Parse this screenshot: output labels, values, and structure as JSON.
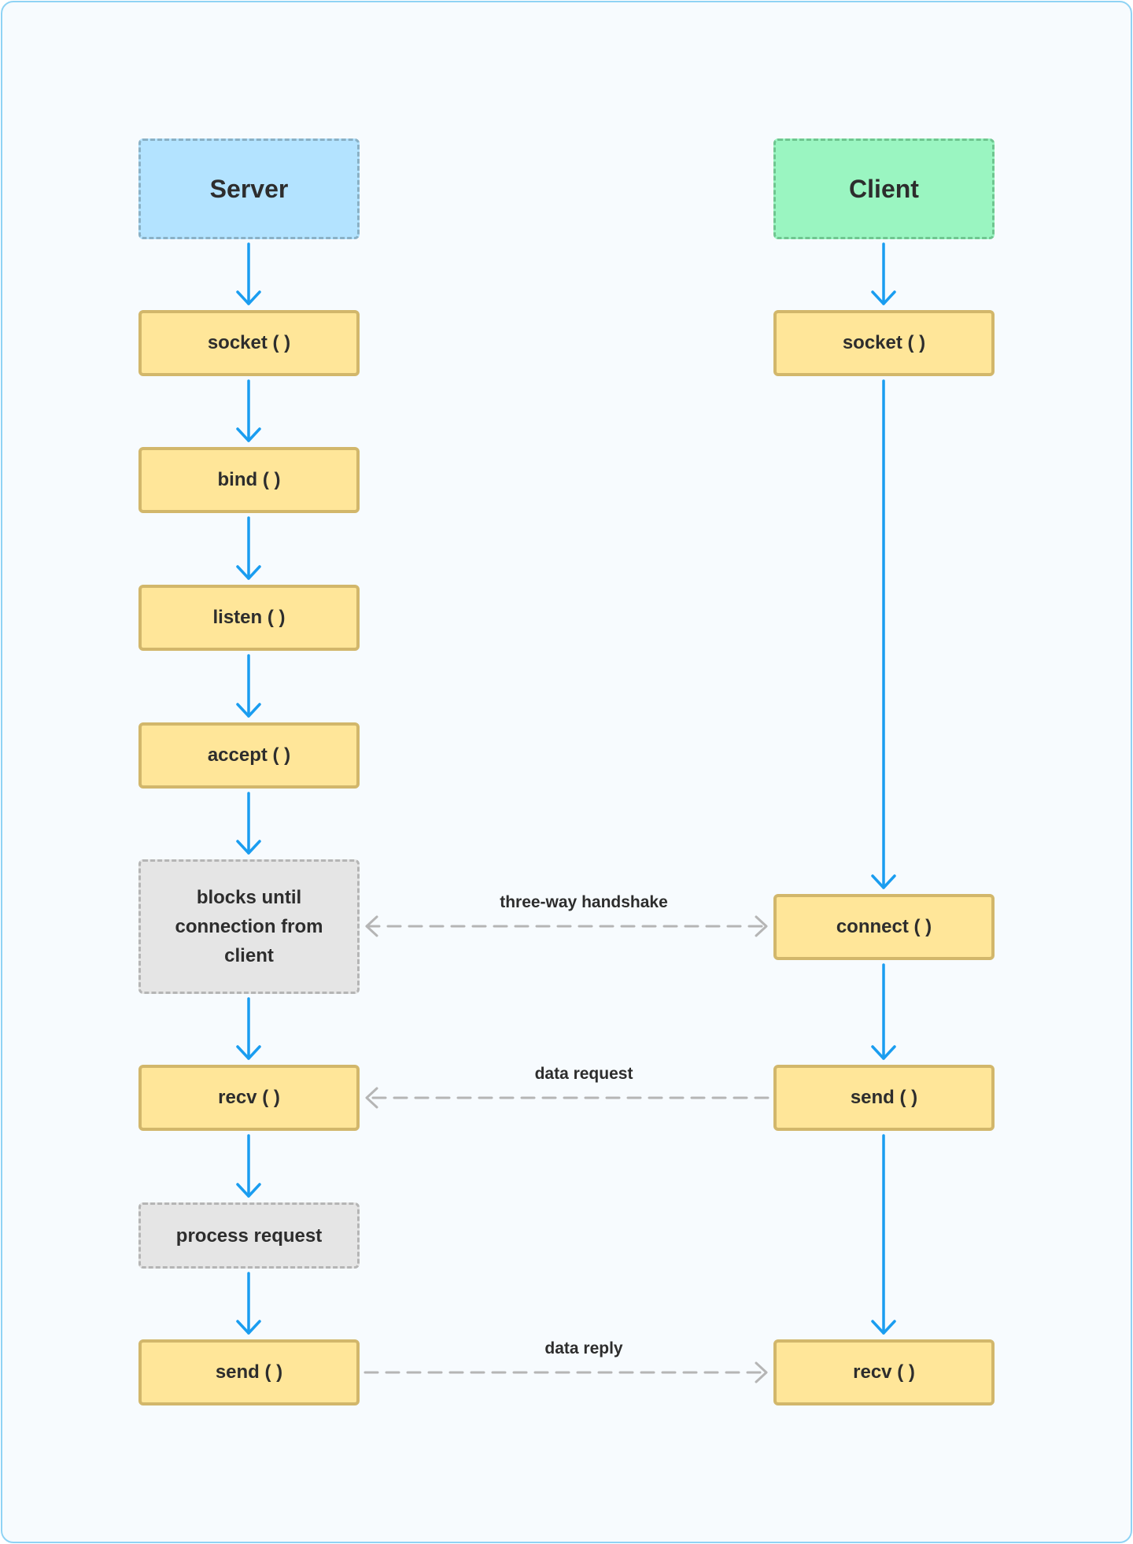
{
  "diagram": {
    "server": {
      "header": "Server",
      "steps": {
        "socket": "socket ( )",
        "bind": "bind ( )",
        "listen": "listen ( )",
        "accept": "accept ( )",
        "blocks": "blocks until connection from client",
        "recv": "recv ( )",
        "process": "process request",
        "send": "send ( )"
      }
    },
    "client": {
      "header": "Client",
      "steps": {
        "socket": "socket ( )",
        "connect": "connect ( )",
        "send": "send ( )",
        "recv": "recv ( )"
      }
    },
    "exchanges": {
      "handshake": "three-way handshake",
      "request": "data request",
      "reply": "data reply"
    }
  },
  "colors": {
    "flow_arrow": "#1a9df0",
    "exchange_arrow": "#b5b5b5",
    "step_fill": "#ffe699",
    "server_header_fill": "#b3e3ff",
    "client_header_fill": "#9af5c1",
    "note_fill": "#e5e5e5"
  }
}
